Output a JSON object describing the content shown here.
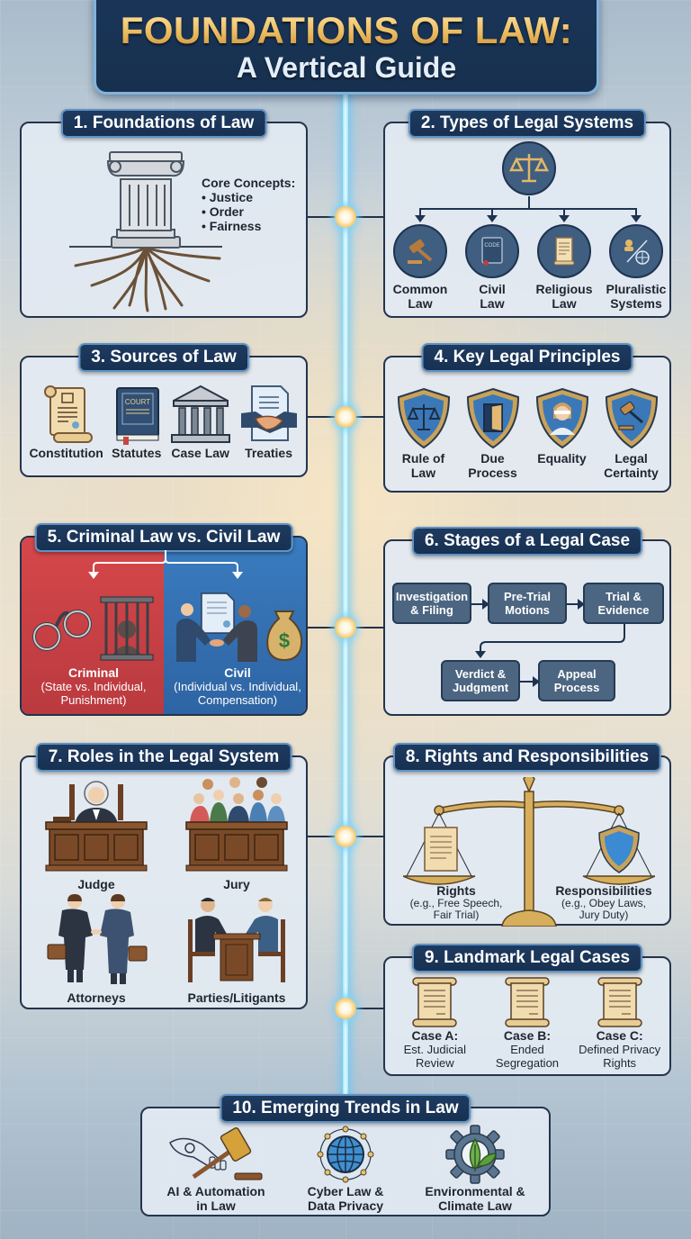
{
  "title": {
    "main": "FOUNDATIONS OF LAW:",
    "sub": "A Vertical Guide"
  },
  "colors": {
    "navy": "#1e3a5f",
    "gold": "#e9b75a",
    "criminal_red": "#c9403f",
    "civil_blue": "#3372b3",
    "step_fill": "#4c6682",
    "timeline_glow": "#9be4ff"
  },
  "sections": {
    "s1": {
      "header": "1. Foundations of Law",
      "icon": "pillar-with-roots-icon",
      "concepts_title": "Core Concepts:",
      "concepts": [
        "• Justice",
        "• Order",
        "• Fairness"
      ]
    },
    "s2": {
      "header": "2. Types of Legal Systems",
      "top_icon": "scales-icon",
      "items": [
        {
          "label1": "Common",
          "label2": "Law",
          "icon": "gavel-icon"
        },
        {
          "label1": "Civil",
          "label2": "Law",
          "icon": "code-book-icon",
          "book_text": "CODE"
        },
        {
          "label1": "Religious",
          "label2": "Law",
          "icon": "scroll-icon"
        },
        {
          "label1": "Pluralistic",
          "label2": "Systems",
          "icon": "network-globe-icon"
        }
      ]
    },
    "s3": {
      "header": "3. Sources of Law",
      "items": [
        {
          "label": "Constitution",
          "icon": "constitution-scroll-icon"
        },
        {
          "label": "Statutes",
          "icon": "statute-book-icon",
          "book_text": "COURT"
        },
        {
          "label": "Case Law",
          "icon": "courthouse-icon"
        },
        {
          "label": "Treaties",
          "icon": "handshake-document-icon"
        }
      ]
    },
    "s4": {
      "header": "4. Key Legal Principles",
      "items": [
        {
          "label1": "Rule of",
          "label2": "Law",
          "icon": "shield-scales-icon"
        },
        {
          "label1": "Due",
          "label2": "Process",
          "icon": "shield-door-icon"
        },
        {
          "label1": "Equality",
          "label2": "",
          "icon": "shield-lady-justice-icon"
        },
        {
          "label1": "Legal",
          "label2": "Certainty",
          "icon": "shield-gavel-icon"
        }
      ]
    },
    "s5": {
      "header": "5. Criminal Law vs. Civil Law",
      "criminal": {
        "title": "Criminal",
        "line1": "(State vs. Individual,",
        "line2": "Punishment)"
      },
      "civil": {
        "title": "Civil",
        "line1": "(Individual vs. Individual,",
        "line2": "Compensation)"
      }
    },
    "s6": {
      "header": "6. Stages of a Legal Case",
      "steps": [
        {
          "line1": "Investigation",
          "line2": "& Filing"
        },
        {
          "line1": "Pre-Trial",
          "line2": "Motions"
        },
        {
          "line1": "Trial &",
          "line2": "Evidence"
        },
        {
          "line1": "Verdict &",
          "line2": "Judgment"
        },
        {
          "line1": "Appeal",
          "line2": "Process"
        }
      ]
    },
    "s7": {
      "header": "7. Roles in the Legal System",
      "roles": [
        {
          "label": "Judge",
          "icon": "judge-bench-icon"
        },
        {
          "label": "Jury",
          "icon": "jury-box-icon"
        },
        {
          "label": "Attorneys",
          "icon": "attorneys-handshake-icon"
        },
        {
          "label": "Parties/Litigants",
          "icon": "litigants-table-icon"
        }
      ]
    },
    "s8": {
      "header": "8. Rights and Responsibilities",
      "rights": {
        "title": "Rights",
        "line1": "(e.g., Free Speech,",
        "line2": "Fair Trial)"
      },
      "responsibilities": {
        "title": "Responsibilities",
        "line1": "(e.g., Obey Laws,",
        "line2": "Jury Duty)"
      }
    },
    "s9": {
      "header": "9. Landmark Legal Cases",
      "cases": [
        {
          "title": "Case A:",
          "line1": "Est. Judicial",
          "line2": "Review"
        },
        {
          "title": "Case B:",
          "line1": "Ended",
          "line2": "Segregation"
        },
        {
          "title": "Case C:",
          "line1": "Defined Privacy",
          "line2": "Rights"
        }
      ]
    },
    "s10": {
      "header": "10. Emerging Trends in Law",
      "items": [
        {
          "line1": "AI & Automation",
          "line2": "in Law",
          "icon": "robot-gavel-icon"
        },
        {
          "line1": "Cyber Law &",
          "line2": "Data Privacy",
          "icon": "network-globe-icon"
        },
        {
          "line1": "Environmental &",
          "line2": "Climate Law",
          "icon": "gear-leaf-icon"
        }
      ]
    }
  }
}
